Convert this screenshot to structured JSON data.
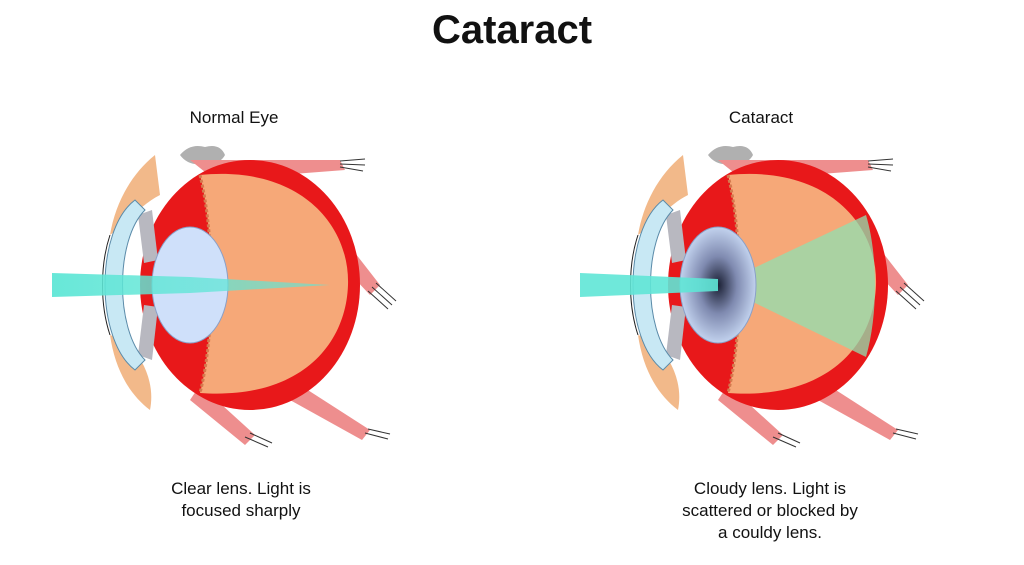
{
  "title": "Cataract",
  "panels": [
    {
      "label": "Normal Eye",
      "caption_lines": [
        "Clear lens. Light is",
        "focused sharply"
      ]
    },
    {
      "label": "Cataract",
      "caption_lines": [
        "Cloudy lens. Light is",
        "scattered or blocked by",
        "a couldy lens."
      ]
    }
  ],
  "colors": {
    "sclera": "#e8181a",
    "vitreous": "#f6a878",
    "muscle": "#ee8e8e",
    "cornea": "#c8e8f4",
    "lens": "#cfe0fa",
    "light_beam": "#5fe6d6",
    "scatter_cone": "#90e0b0",
    "skin": "#f2b98a"
  }
}
